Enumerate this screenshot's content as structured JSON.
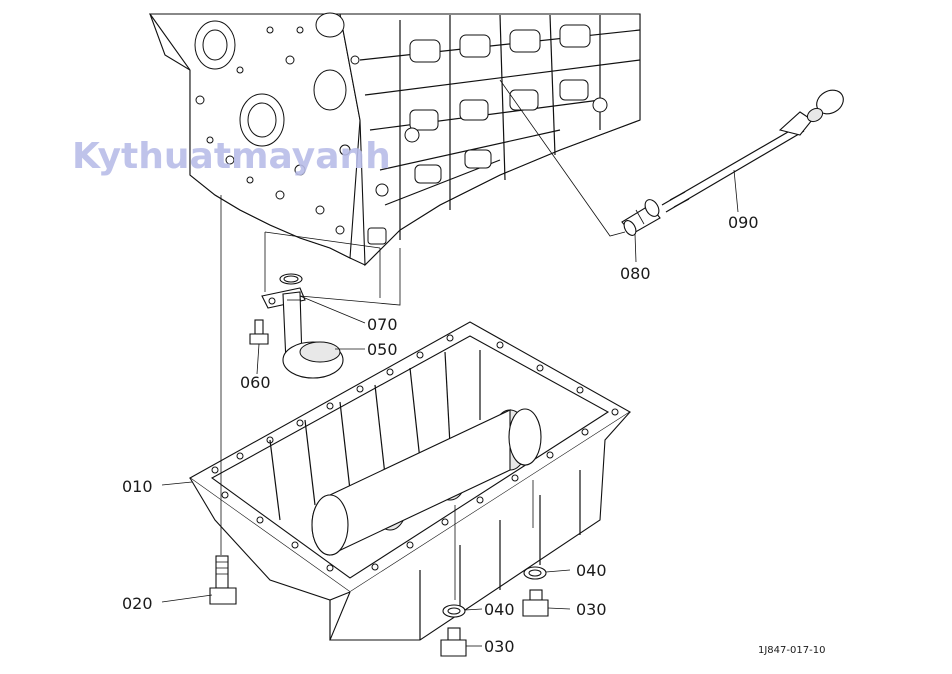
{
  "watermark": "Kythuatmayanh",
  "figure_code": "1J847-017-10",
  "callouts": {
    "c010": "010",
    "c020": "020",
    "c030a": "030",
    "c030b": "030",
    "c040a": "040",
    "c040b": "040",
    "c050": "050",
    "c060": "060",
    "c070": "070",
    "c080": "080",
    "c090": "090"
  }
}
